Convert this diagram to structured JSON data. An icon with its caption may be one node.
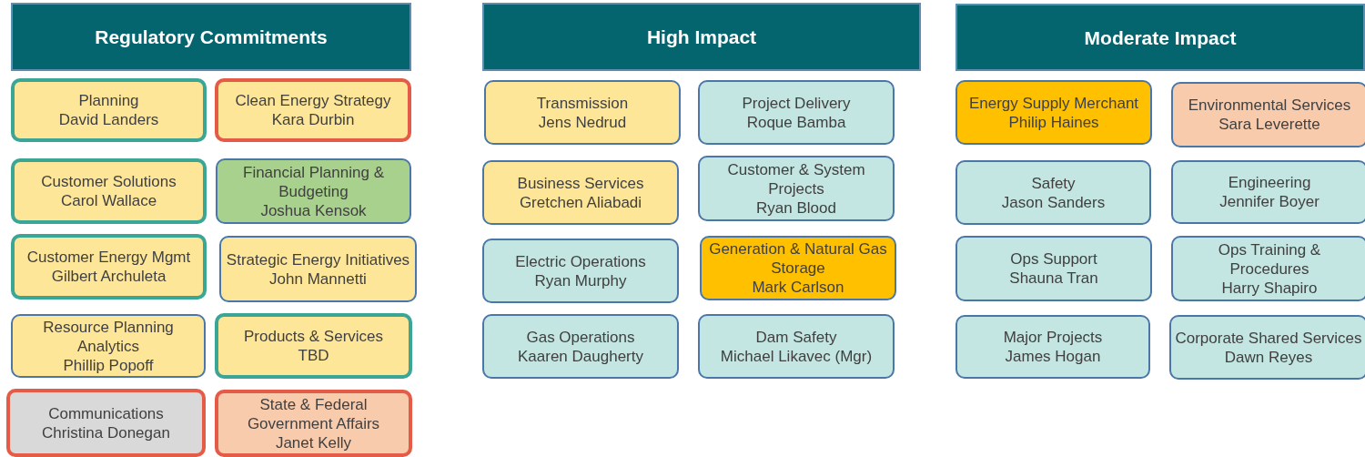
{
  "diagram": {
    "nodes": [
      {
        "text": [
          "Regulatory Commitments"
        ]
      },
      {
        "text": [
          "Planning",
          "David Landers"
        ]
      },
      {
        "text": [
          "Clean Energy Strategy",
          "Kara Durbin"
        ]
      },
      {
        "text": [
          "Customer Solutions",
          "Carol Wallace"
        ]
      },
      {
        "text": [
          "Financial Planning & Budgeting",
          "Joshua Kensok"
        ]
      },
      {
        "text": [
          "Customer Energy Mgmt",
          "Gilbert Archuleta"
        ]
      },
      {
        "text": [
          "Strategic Energy Initiatives",
          "John Mannetti"
        ]
      },
      {
        "text": [
          "Resource Planning Analytics",
          "Phillip Popoff"
        ]
      },
      {
        "text": [
          "Products & Services",
          "TBD"
        ]
      },
      {
        "text": [
          "Communications",
          "Christina Donegan"
        ]
      },
      {
        "text": [
          "State & Federal Government Affairs",
          "Janet Kelly"
        ]
      },
      {
        "text": [
          "High Impact"
        ]
      },
      {
        "text": [
          "Transmission",
          "Jens Nedrud"
        ]
      },
      {
        "text": [
          "Project Delivery",
          "Roque Bamba"
        ]
      },
      {
        "text": [
          "Business Services",
          "Gretchen Aliabadi"
        ]
      },
      {
        "text": [
          "Customer & System Projects",
          "Ryan Blood"
        ]
      },
      {
        "text": [
          "Electric Operations",
          "Ryan Murphy"
        ]
      },
      {
        "text": [
          "Generation & Natural Gas Storage",
          "Mark Carlson"
        ]
      },
      {
        "text": [
          "Gas Operations",
          "Kaaren Daugherty"
        ]
      },
      {
        "text": [
          "Dam Safety",
          "Michael Likavec (Mgr)"
        ]
      },
      {
        "text": [
          "Moderate Impact"
        ]
      },
      {
        "text": [
          "Energy Supply Merchant",
          "Philip Haines"
        ]
      },
      {
        "text": [
          "Environmental Services",
          "Sara Leverette"
        ]
      },
      {
        "text": [
          "Safety",
          "Jason Sanders"
        ]
      },
      {
        "text": [
          "Engineering",
          "Jennifer Boyer"
        ]
      },
      {
        "text": [
          "Ops Support",
          "Shauna Tran"
        ]
      },
      {
        "text": [
          "Ops Training & Procedures",
          "Harry Shapiro"
        ]
      },
      {
        "text": [
          "Major Projects",
          "James Hogan"
        ]
      },
      {
        "text": [
          "Corporate Shared Services",
          "Dawn Reyes"
        ]
      }
    ]
  }
}
